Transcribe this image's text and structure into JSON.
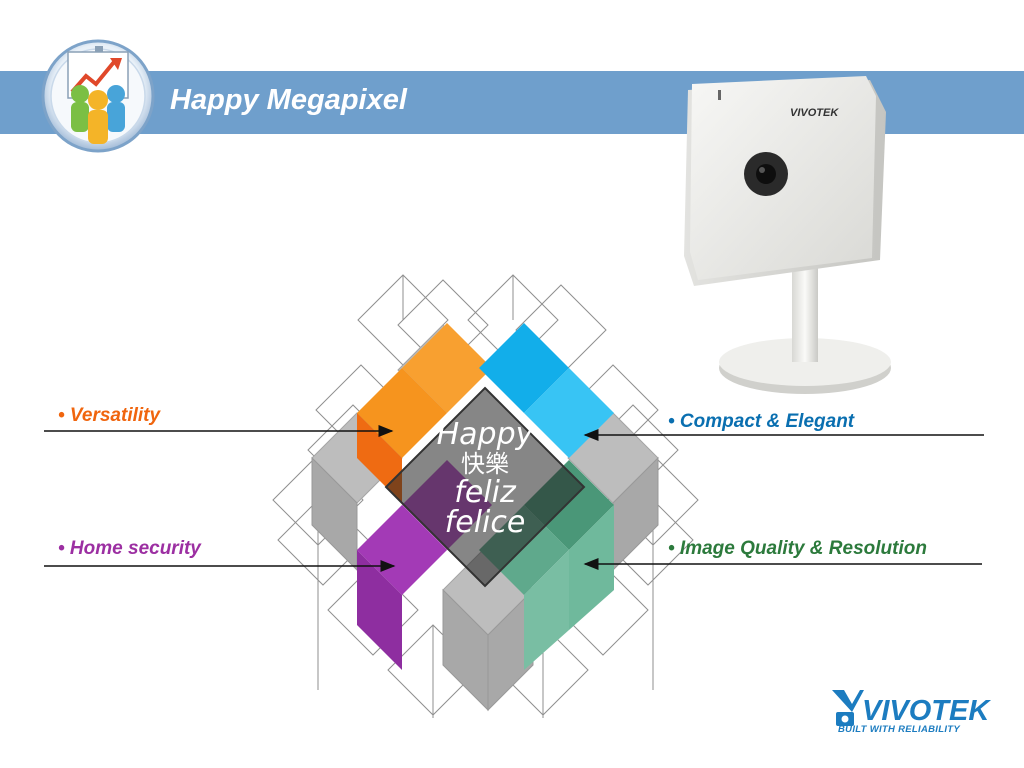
{
  "slide": {
    "title": "Happy Megapixel"
  },
  "bullets": {
    "versatility": {
      "text": "• Versatility",
      "color": "#f0650e"
    },
    "home_security": {
      "text": "• Home security",
      "color": "#9c2fa2"
    },
    "compact": {
      "text": "• Compact  & Elegant",
      "color": "#0a6fb0"
    },
    "quality": {
      "text": "• Image Quality & Resolution",
      "color": "#2c7a3c"
    }
  },
  "center_words": {
    "line1": "Happy",
    "line2": "快樂",
    "line3": "feliz",
    "line4": "felice"
  },
  "camera": {
    "label": "VIVOTEK"
  },
  "brand": {
    "name": "VIVOTEK",
    "tagline": "BUILT WITH RELIABILITY",
    "color": "#1c7cc0"
  },
  "colors": {
    "banner": "#6f9fcc",
    "orange": "#f68a1e",
    "blue": "#19a9e8",
    "purple": "#a33ab6",
    "green": "#5fa98c"
  }
}
